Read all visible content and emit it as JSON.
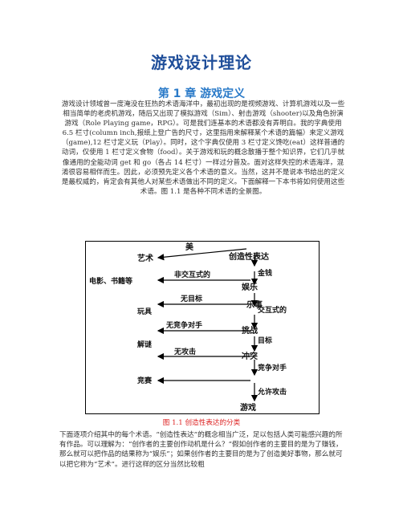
{
  "title": "游戏设计理论",
  "chapter": "第 1 章 游戏定义",
  "paragraph1": "游戏设计领域曾一度淹没在狂热的术语海洋中，最初出现的是视频游戏、计算机游戏以及一些相当简单的老虎机游戏，随后又出现了模拟游戏（Sim）、射击游戏（shooter)以及角色扮演游戏（Role Playing game，RPG）。可是我们连基本的术语都没有弄明白。我的字典使用 6.5 栏寸(column inch,报纸上登广告的尺寸，这里指用来解释某个术语的篇幅）来定义游戏（game),12 栏寸定义玩（Play）。同时，这个字典仅使用 3 栏寸定义馋吃(eat）这样普通的动词，仅使用 1 栏寸定义食物（food）。关于游戏和玩的概念散播于整个知识界，它们几乎就像通用的全能动词 get 和 go（各占 14 栏寸）一样过分普及。面对这样失控的术语海洋，混淆很容易相伴而生。因此，必须预先定义各个术语的意义。当然，这并不是说本书给出的定义是最权威的，肯定会有其他人对某些术语做出不同的定义。下面解释一下本书将如何使用这些术语。图 1.1 是各种不同术语的全景图。",
  "diagram": {
    "labels": {
      "beauty": "美",
      "creative": "创造性表达",
      "money": "金钱",
      "art": "艺术",
      "noninteractive": "非交互式的",
      "entertainment": "娱乐",
      "film_books": "电影、书籍等",
      "interactive": "交互式的",
      "no_goal": "无目标",
      "play": "乐事",
      "toy": "玩具",
      "goal": "目标",
      "no_competitor": "无竞争对手",
      "challenge": "挑战",
      "puzzle": "解谜",
      "competitor": "竞争对手",
      "no_attack": "无攻击",
      "conflict": "冲突",
      "contest": "竞赛",
      "allow_attack": "允许攻击",
      "game": "游戏"
    }
  },
  "caption": "图 1.1 创造性表达的分类",
  "paragraph2": "下面逐项介绍其中的每个术语。“创造性表达”的概念相当广泛，足以包括人类可能感兴趣的所有作品。可以理解为：“创作者的主要创作动机是什么？”假如创作者的主要目的是为了赚钱，那么就可以把作品的结果称为“娱乐”；如果创作者的主要目的是为了创造美好事物，那么就可以把它称为“艺术”。进行这样的区分当然比较粗"
}
